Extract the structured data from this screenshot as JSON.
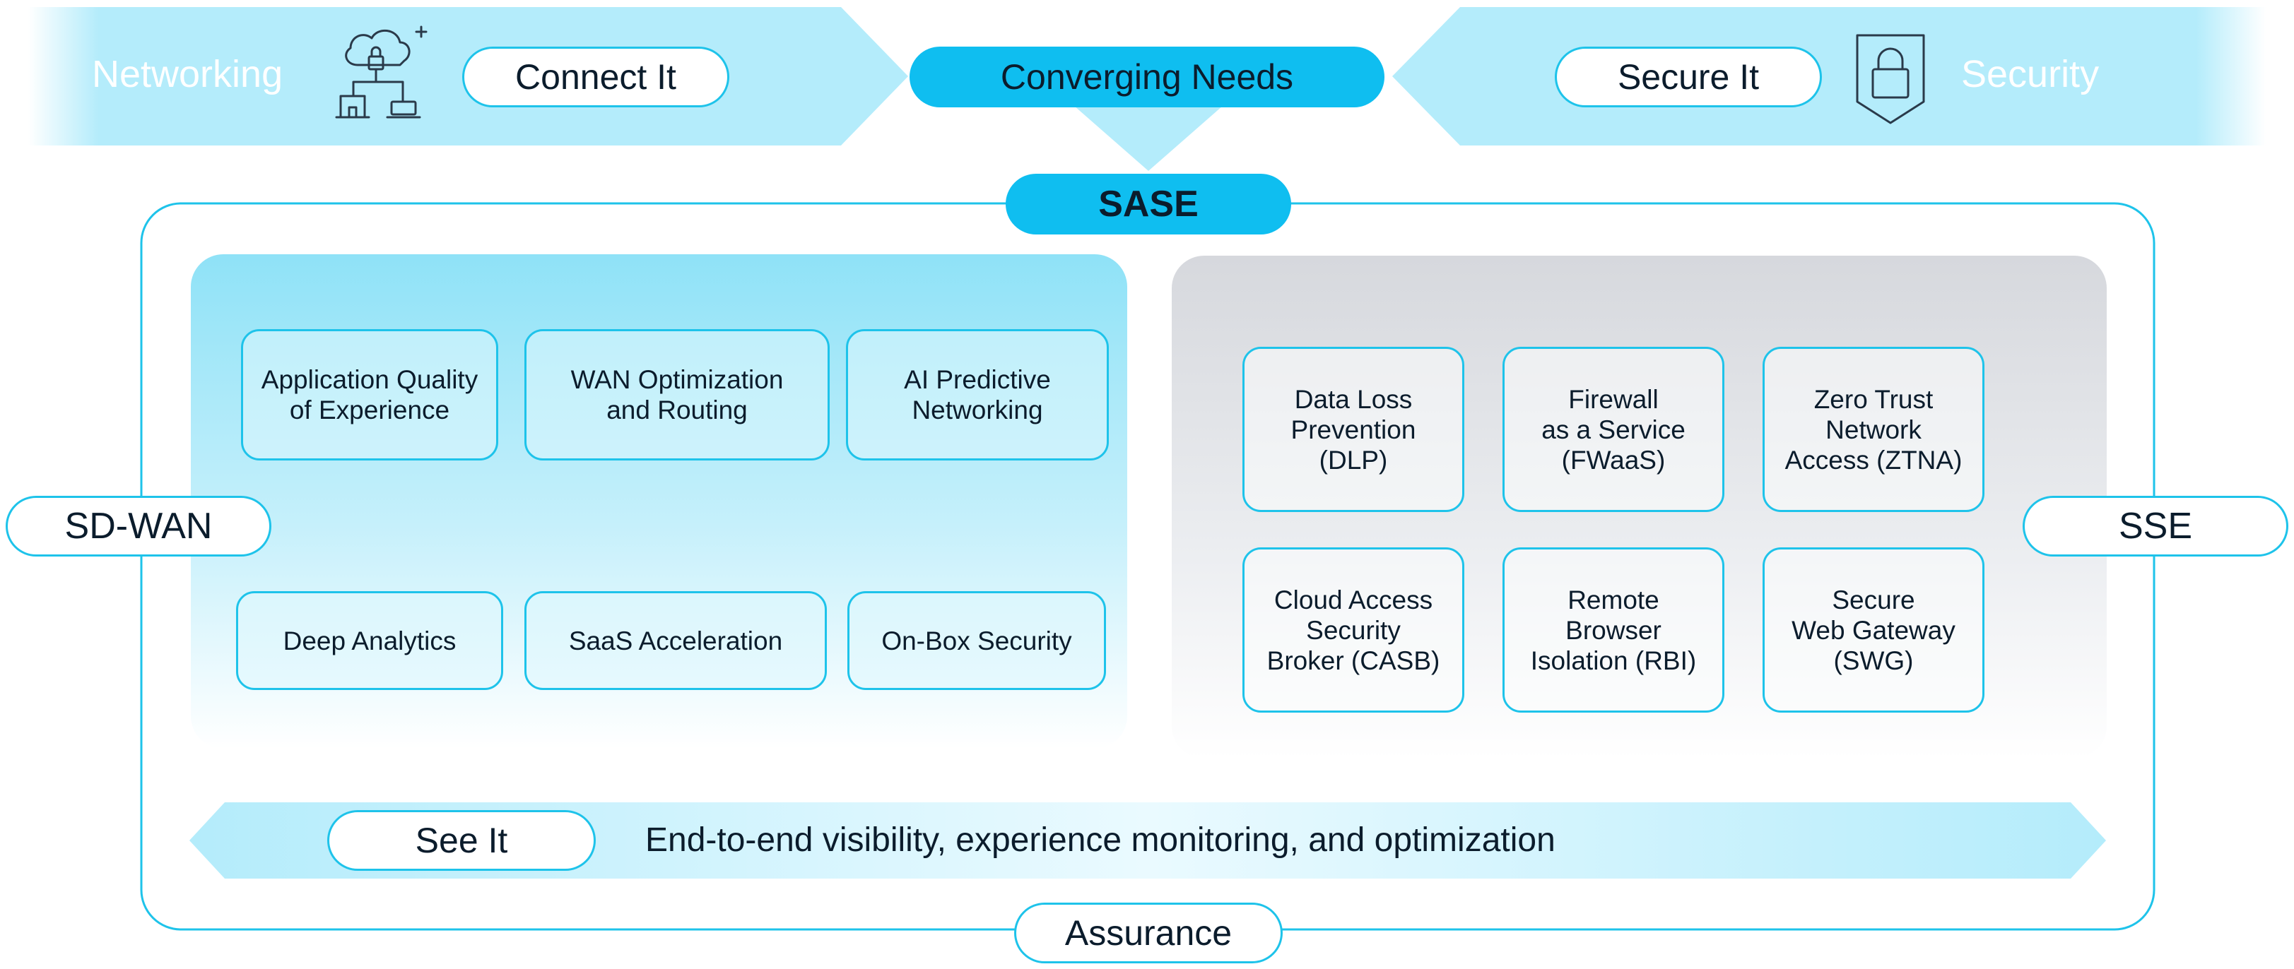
{
  "banner": {
    "networking": "Networking",
    "connect_it": "Connect It",
    "converging_needs": "Converging Needs",
    "secure_it": "Secure It",
    "security": "Security",
    "cloud_icon": "cloud-network-icon",
    "lock_icon": "shield-lock-icon"
  },
  "sase": {
    "title": "SASE",
    "sd_wan": "SD-WAN",
    "sse": "SSE",
    "assurance": "Assurance"
  },
  "sdwan_items": [
    "Application Quality\nof Experience",
    "WAN Optimization\nand Routing",
    "AI Predictive\nNetworking",
    "Deep Analytics",
    "SaaS Acceleration",
    "On-Box Security"
  ],
  "sse_items": [
    "Data Loss\nPrevention\n(DLP)",
    "Firewall\nas a Service\n(FWaaS)",
    "Zero Trust\nNetwork\nAccess (ZTNA)",
    "Cloud Access\nSecurity\nBroker (CASB)",
    "Remote\nBrowser\nIsolation (RBI)",
    "Secure\nWeb Gateway\n(SWG)"
  ],
  "visibility": {
    "see_it": "See It",
    "text": "End-to-end visibility, experience monitoring, and optimization"
  },
  "colors": {
    "accent": "#1ec3ea",
    "banner": "#b3ebfb",
    "panel_gray": "#d8dadf"
  }
}
